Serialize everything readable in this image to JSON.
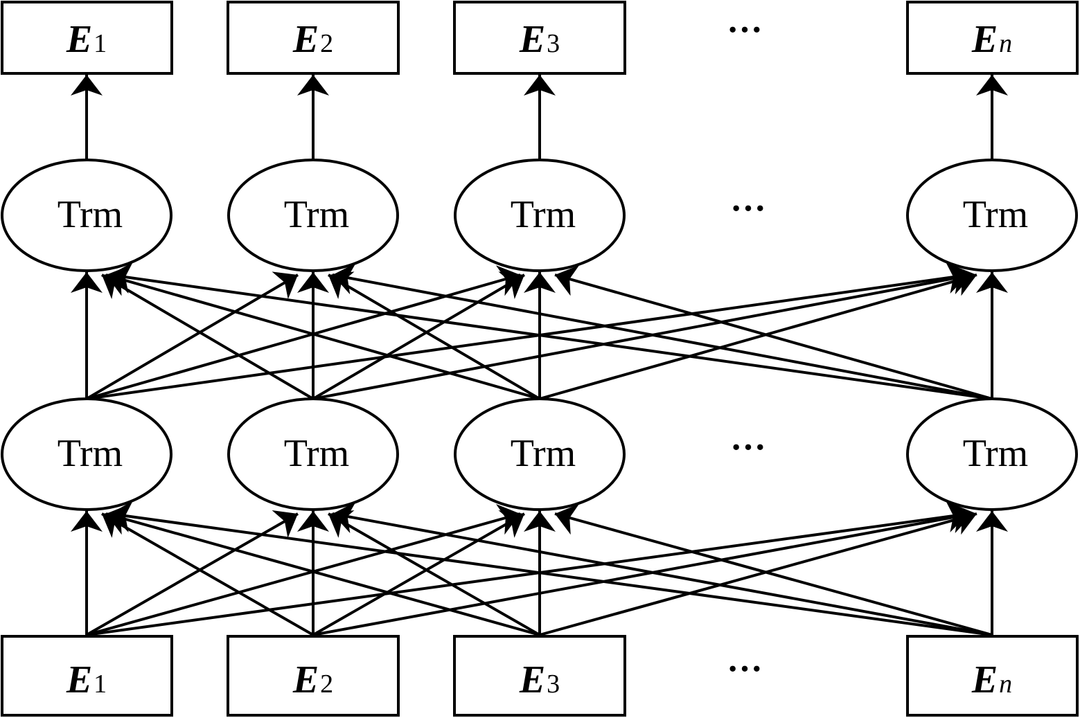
{
  "output_tokens": [
    {
      "letter": "E",
      "sub": "1",
      "sub_italic": false
    },
    {
      "letter": "E",
      "sub": "2",
      "sub_italic": false
    },
    {
      "letter": "E",
      "sub": "3",
      "sub_italic": false
    },
    {
      "letter": "E",
      "sub": "n",
      "sub_italic": true
    }
  ],
  "upper_layer": [
    "Trm",
    "Trm",
    "Trm",
    "Trm"
  ],
  "lower_layer": [
    "Trm",
    "Trm",
    "Trm",
    "Trm"
  ],
  "input_tokens": [
    {
      "letter": "E",
      "sub": "1",
      "sub_italic": false
    },
    {
      "letter": "E",
      "sub": "2",
      "sub_italic": false
    },
    {
      "letter": "E",
      "sub": "3",
      "sub_italic": false
    },
    {
      "letter": "E",
      "sub": "n",
      "sub_italic": true
    }
  ],
  "ellipsis": "···",
  "colors": {
    "stroke": "#000000",
    "fill": "#ffffff"
  }
}
